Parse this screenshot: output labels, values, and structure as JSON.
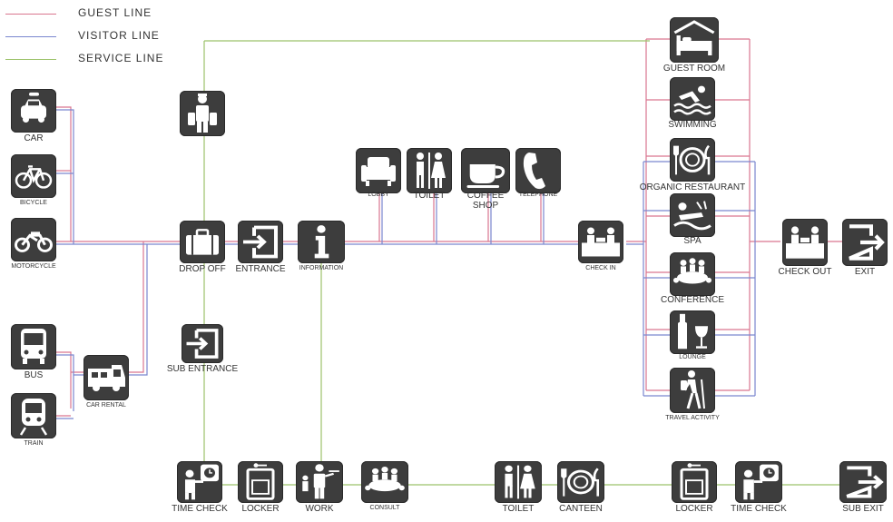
{
  "legend": [
    {
      "label": "GUEST  LINE",
      "color": "#d9768f"
    },
    {
      "label": "VISITOR  LINE",
      "color": "#7a86cf"
    },
    {
      "label": "SERVICE  LINE",
      "color": "#9cc26a"
    }
  ],
  "nodes": [
    {
      "id": "car",
      "label": "CAR",
      "icon": "car-icon",
      "interactable": false
    },
    {
      "id": "bicycle",
      "label": "BICYCLE",
      "icon": "bicycle-icon",
      "interactable": false
    },
    {
      "id": "motorcycle",
      "label": "MOTORCYCLE",
      "icon": "motorcycle-icon",
      "interactable": false
    },
    {
      "id": "bus",
      "label": "BUS",
      "icon": "bus-icon",
      "interactable": false
    },
    {
      "id": "train",
      "label": "TRAIN",
      "icon": "train-icon",
      "interactable": false
    },
    {
      "id": "car-rental",
      "label": "CAR RENTAL",
      "icon": "camper-van-icon",
      "interactable": false
    },
    {
      "id": "porter",
      "label": "",
      "icon": "porter-icon",
      "interactable": false
    },
    {
      "id": "drop-off",
      "label": "DROP OFF",
      "icon": "luggage-icon",
      "interactable": false
    },
    {
      "id": "entrance",
      "label": "ENTRANCE",
      "icon": "entrance-icon",
      "interactable": false
    },
    {
      "id": "information",
      "label": "INFORMATION",
      "icon": "information-icon",
      "interactable": false
    },
    {
      "id": "sub-entrance",
      "label": "SUB ENTRANCE",
      "icon": "entrance-icon",
      "interactable": false
    },
    {
      "id": "lobby",
      "label": "LOBBY",
      "icon": "armchair-icon",
      "interactable": false
    },
    {
      "id": "toilet",
      "label": "TOILET",
      "icon": "toilet-icon",
      "interactable": false
    },
    {
      "id": "coffee-shop",
      "label": "COFFEE\nSHOP",
      "icon": "coffee-cup-icon",
      "interactable": false
    },
    {
      "id": "telephone",
      "label": "TELEPHONE",
      "icon": "telephone-icon",
      "interactable": false
    },
    {
      "id": "check-in",
      "label": "CHECK IN",
      "icon": "reception-desk-icon",
      "interactable": false
    },
    {
      "id": "guest-room",
      "label": "GUEST ROOM",
      "icon": "bed-icon",
      "interactable": false
    },
    {
      "id": "swimming",
      "label": "SWIMMING",
      "icon": "swimmer-icon",
      "interactable": false
    },
    {
      "id": "organic-restaurant",
      "label": "ORGANIC RESTAURANT",
      "icon": "plate-cutlery-icon",
      "interactable": false
    },
    {
      "id": "spa",
      "label": "SPA",
      "icon": "spa-icon",
      "interactable": false
    },
    {
      "id": "conference",
      "label": "CONFERENCE",
      "icon": "meeting-icon",
      "interactable": false
    },
    {
      "id": "lounge",
      "label": "LOUNGE",
      "icon": "wine-bottle-glass-icon",
      "interactable": false
    },
    {
      "id": "travel-activity",
      "label": "TRAVEL ACTIVITY",
      "icon": "hiker-icon",
      "interactable": false
    },
    {
      "id": "check-out",
      "label": "CHECK OUT",
      "icon": "reception-desk-icon",
      "interactable": false
    },
    {
      "id": "exit",
      "label": "EXIT",
      "icon": "exit-icon",
      "interactable": false
    },
    {
      "id": "time-check-1",
      "label": "TIME CHECK",
      "icon": "time-clock-icon",
      "interactable": false
    },
    {
      "id": "locker-1",
      "label": "LOCKER",
      "icon": "locker-icon",
      "interactable": false
    },
    {
      "id": "work",
      "label": "WORK",
      "icon": "waiter-icon",
      "interactable": false
    },
    {
      "id": "consult",
      "label": "CONSULT",
      "icon": "meeting-icon",
      "interactable": false
    },
    {
      "id": "toilet-2",
      "label": "TOILET",
      "icon": "toilet-icon",
      "interactable": false
    },
    {
      "id": "canteen",
      "label": "CANTEEN",
      "icon": "plate-cutlery-icon",
      "interactable": false
    },
    {
      "id": "locker-2",
      "label": "LOCKER",
      "icon": "locker-icon",
      "interactable": false
    },
    {
      "id": "time-check-2",
      "label": "TIME CHECK",
      "icon": "time-clock-icon",
      "interactable": false
    },
    {
      "id": "sub-exit",
      "label": "SUB EXIT",
      "icon": "exit-icon",
      "interactable": false
    }
  ]
}
